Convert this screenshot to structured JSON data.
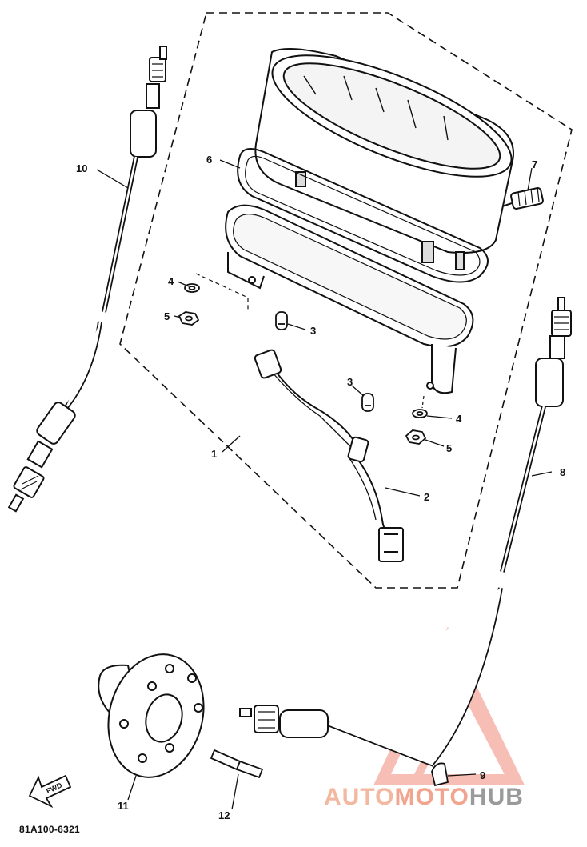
{
  "callouts": {
    "c1": "1",
    "c2": "2",
    "c3a": "3",
    "c3b": "3",
    "c4a": "4",
    "c4b": "4",
    "c5a": "5",
    "c5b": "5",
    "c6": "6",
    "c7": "7",
    "c8": "8",
    "c9": "9",
    "c10": "10",
    "c11": "11",
    "c12": "12"
  },
  "fwd_label": "FWD",
  "figure_code": "81A100-6321",
  "watermark": {
    "auto": "AUTO",
    "moto": "MOTO",
    "hub": "HUB",
    "colors": {
      "auto": "#f3b8a0",
      "moto": "#f2a58e",
      "hub": "#9a9a9a",
      "logo": "#f28a7a"
    }
  }
}
